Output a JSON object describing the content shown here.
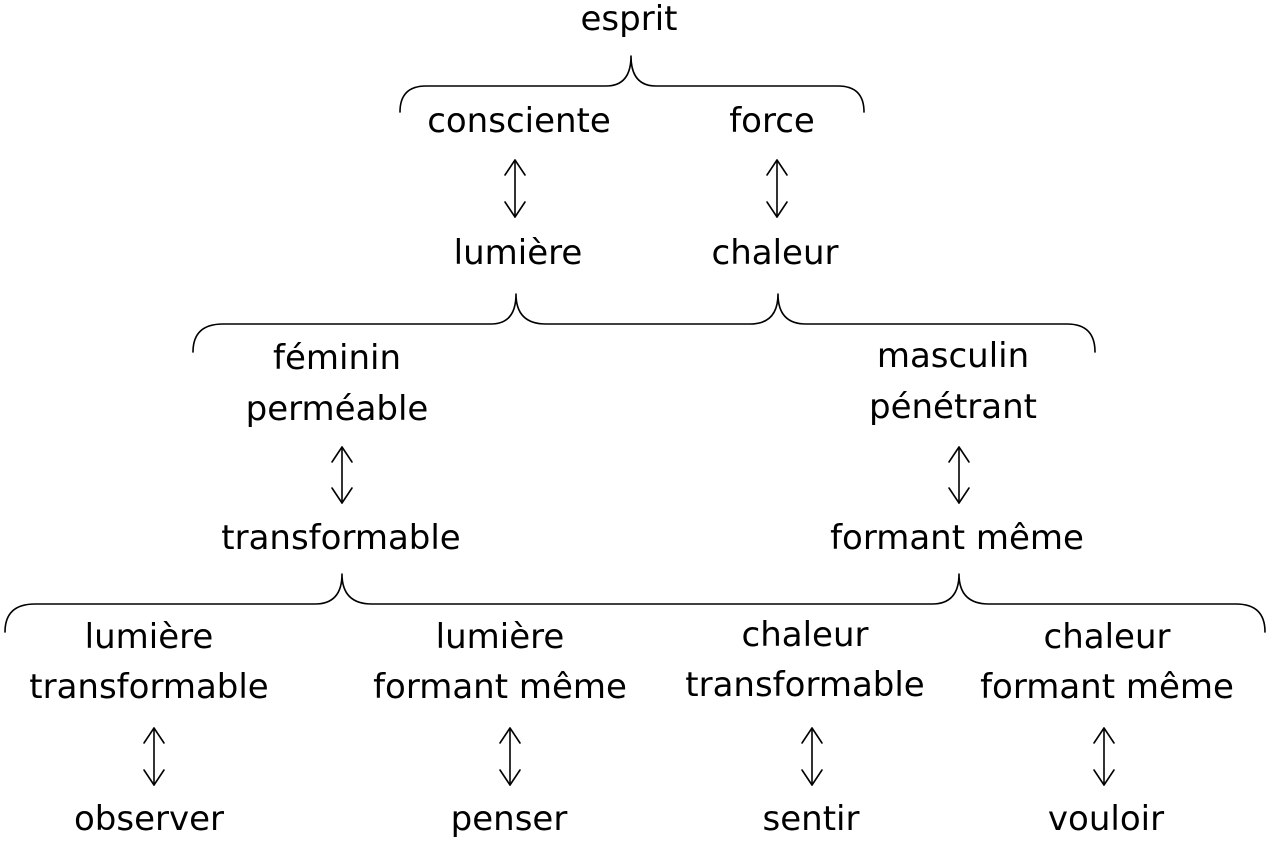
{
  "nodes": {
    "esprit": "esprit",
    "consciente": "consciente",
    "force": "force",
    "lumiere": "lumière",
    "chaleur": "chaleur",
    "feminin": [
      "féminin",
      "perméable"
    ],
    "masculin": [
      "masculin",
      "pénétrant"
    ],
    "transformable": "transformable",
    "formant_meme": "formant même",
    "lumiere_transformable": [
      "lumière",
      "transformable"
    ],
    "lumiere_formant_meme": [
      "lumière",
      "formant même"
    ],
    "chaleur_transformable": [
      "chaleur",
      "transformable"
    ],
    "chaleur_formant_meme": [
      "chaleur",
      "formant même"
    ],
    "observer": "observer",
    "penser": "penser",
    "sentir": "sentir",
    "vouloir": "vouloir"
  },
  "colors": {
    "ink": "#000000",
    "background": "#ffffff"
  },
  "connectors": {
    "brace": "curly-brace",
    "arrow": "double-headed-vertical-arrow"
  }
}
